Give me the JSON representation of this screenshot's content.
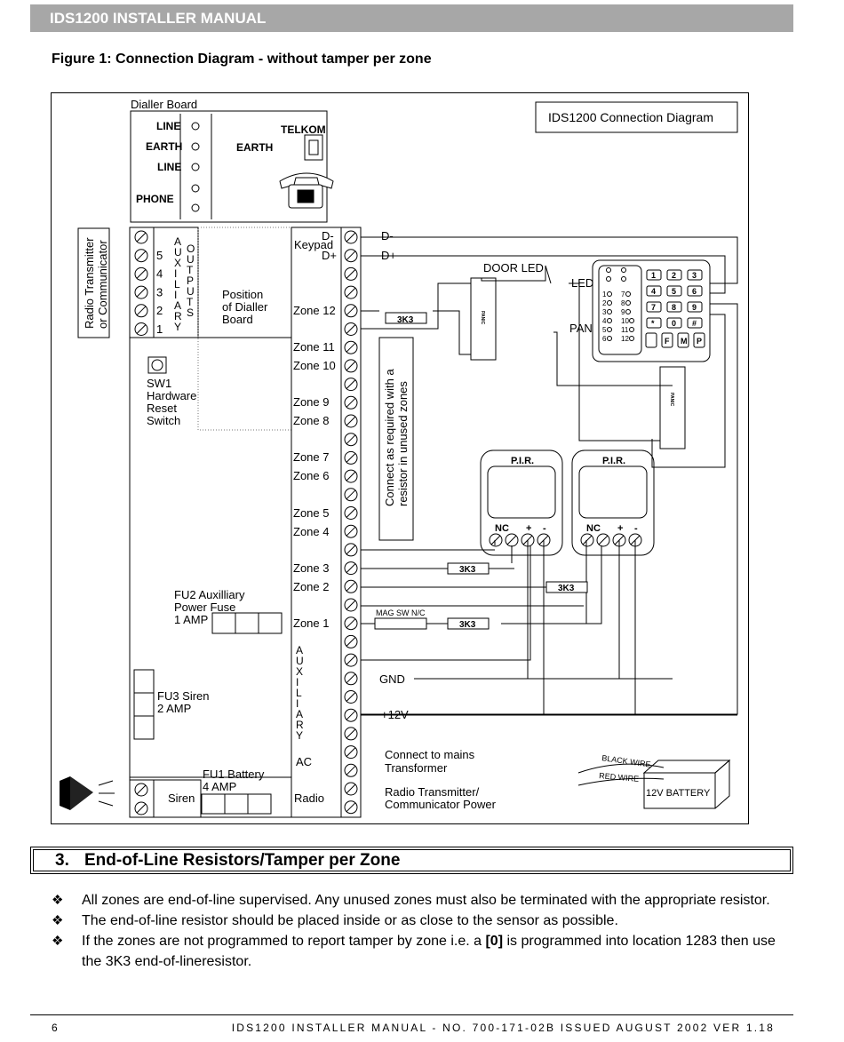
{
  "header": {
    "title": "IDS1200 INSTALLER MANUAL"
  },
  "figure": {
    "caption": "Figure 1: Connection Diagram - without tamper per zone"
  },
  "diagram": {
    "title": "IDS1200 Connection Diagram",
    "dialler": {
      "title": "Dialler Board",
      "line1": "LINE",
      "earth": "EARTH",
      "line2": "LINE",
      "phone": "PHONE",
      "earth_wire": "EARTH",
      "telkom": "TELKOM"
    },
    "radio_box": {
      "line1": "Radio Transmitter",
      "line2": "or Communicator"
    },
    "aux_outputs": {
      "numbers": [
        "5",
        "4",
        "3",
        "2",
        "1"
      ],
      "vlabel": "AUXILIARY",
      "vlabel2": "OUTPUTS"
    },
    "position": {
      "line1": "Position",
      "line2": "of Dialler",
      "line3": "Board"
    },
    "sw1": {
      "line1": "SW1",
      "line2": "Hardware",
      "line3": "Reset",
      "line4": "Switch"
    },
    "keypad": {
      "label": "Keypad",
      "d_minus": "D-",
      "d_plus": "D+",
      "wire_minus": "D-",
      "wire_plus": "D+"
    },
    "zones": [
      "Zone 12",
      "Zone 11",
      "Zone 10",
      "Zone 9",
      "Zone 8",
      "Zone 7",
      "Zone 6",
      "Zone 5",
      "Zone 4",
      "Zone 3",
      "Zone 2",
      "Zone 1"
    ],
    "connect_note": {
      "line1": "Connect as required with a",
      "line2": "resistor in unused zones"
    },
    "resistor": "3K3",
    "mag_sw": "MAG SW N/C",
    "door_led": "DOOR LED",
    "led": "LED",
    "pan": "PAN",
    "panic": "PANIC",
    "pir": {
      "title": "P.I.R.",
      "nc": "NC",
      "plus": "+",
      "minus": "-"
    },
    "keypad_device": {
      "keys": [
        "1",
        "2",
        "3",
        "4",
        "5",
        "6",
        "7",
        "8",
        "9",
        "*",
        "0",
        "#"
      ],
      "func_keys": [
        "F",
        "M",
        "P"
      ],
      "zone_leds": [
        "1",
        "2",
        "3",
        "4",
        "5",
        "6",
        "7",
        "8",
        "9",
        "10",
        "11",
        "12"
      ]
    },
    "fu2": {
      "line1": "FU2 Auxilliary",
      "line2": "Power Fuse",
      "line3": "1 AMP"
    },
    "fu3": {
      "line1": "FU3 Siren",
      "line2": "2 AMP"
    },
    "fu1": {
      "line1": "FU1 Battery",
      "line2": "4 AMP"
    },
    "aux_block": {
      "vlabel": "AUXILIARY"
    },
    "gnd": "GND",
    "v12": "+12V",
    "ac": {
      "label": "AC",
      "line1": "Connect to mains",
      "line2": "Transformer"
    },
    "radio": {
      "label": "Radio",
      "line1": "Radio Transmitter/",
      "line2": "Communicator Power"
    },
    "siren": "Siren",
    "battery": {
      "label": "12V BATTERY",
      "black": "BLACK WIRE",
      "red": "RED WIRE"
    }
  },
  "section": {
    "number": "3.",
    "title": "End-of-Line Resistors/Tamper per Zone"
  },
  "bullets": [
    "All zones are end-of-line supervised. Any unused zones must also be  terminated with the appropriate resistor.",
    "The end-of-line resistor should be placed inside or as close to the sensor as possible."
  ],
  "bullet3": {
    "before": "If the zones are not programmed to report tamper by zone i.e. a ",
    "bold": "[0]",
    "after": " is programmed into location 1283 then use the 3K3 end-of-lineresistor."
  },
  "bullet_mark": "❖",
  "footer": {
    "page": "6",
    "text": "IDS1200 INSTALLER MANUAL - NO. 700-171-02B ISSUED AUGUST 2002 VER 1.18"
  }
}
